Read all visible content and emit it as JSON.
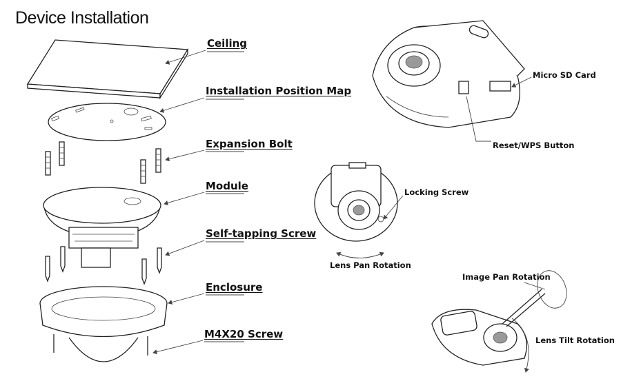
{
  "title": "Device Installation",
  "callouts": {
    "ceiling": "Ceiling",
    "position_map": "Installation Position Map",
    "expansion_bolt": "Expansion Bolt",
    "module": "Module",
    "self_tapping_screw": "Self-tapping Screw",
    "enclosure": "Enclosure",
    "m4x20_screw": "M4X20 Screw",
    "micro_sd": "Micro SD Card",
    "reset_wps": "Reset/WPS Button",
    "locking_screw": "Locking Screw",
    "lens_pan": "Lens Pan Rotation",
    "image_pan": "Image Pan Rotation",
    "lens_tilt": "Lens Tilt Rotation"
  }
}
